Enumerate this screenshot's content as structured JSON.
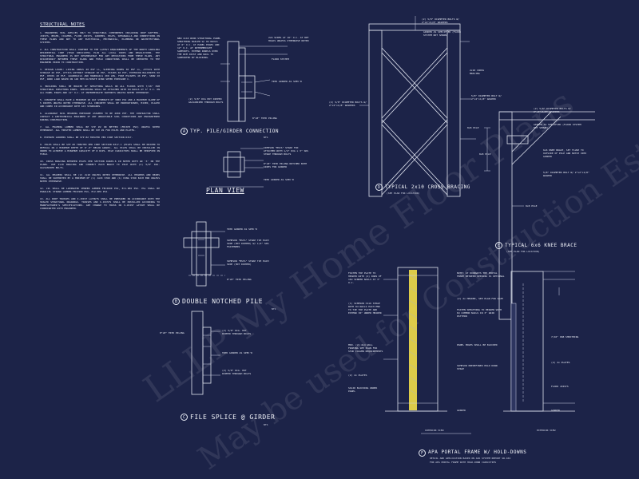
{
  "notes": {
    "title": "STRUCTURAL NOTES",
    "items": [
      "1. ENGINEERS SEAL APPLIES ONLY TO STRUCTURAL COMPONENTS INCLUDING ROOF RAFTERS, JOISTS, BEAMS, COLUMNS, FLOOR JOISTS, GIRDERS, PILES, SHEARWALLS AND CONNECTIONS ON THESE PLANS AND NOT TO ANY ELECTRICAL, MECHANICAL, PLUMBING OR ARCHITECTURAL SYSTEMS.",
      "2. ALL CONSTRUCTION SHALL CONFORM TO THE LATEST REQUIREMENTS OF THE NORTH CAROLINA RESIDENTIAL CODE (YEAR INDICATED) PLUS ALL LOCAL CODES AND REGULATIONS. THE STRUCTURAL ENGINEER IS NOT RESPONSIBLE FOR ANY DEVIATIONS FROM THESE PLANS. ANY DISCREPANCY BETWEEN THESE PLANS AND FIELD CONDITIONS SHALL BE REPORTED TO THE ENGINEER PRIOR TO CONSTRUCTION.",
      "3. DESIGN LOADS: LIVING AREAS 40 PSF LL, SLEEPING ROOMS 30 PSF LL, ATTICS WITH STORAGE 20 PSF, ATTICS WITHOUT STORAGE 10 PSF, STAIRS 40 PSF, EXTERIOR BALCONIES 60 PSF, DECKS 40 PSF, GUARDRAILS AND HANDRAILS 200 LBS, FIRE ESCAPES 40 PSF, SNOW 20 PSF, WIND LOAD BASED ON 140 MPH ULTIMATE WIND SPEED EXPOSURE C.",
      "4. BUILDING SHALL BE BRACED BY SHEATHING WALLS ON ALL FLOORS WITH 7/16\" OSB STRUCTURAL SHEATHING PANEL. SHEATHING SHALL BE ATTACHED WITH 8d NAILS AT 6\" O.C. ON ALL PANEL EDGES AND 12\" O.C. AT INTERMEDIATE SUPPORTS UNLESS NOTED OTHERWISE.",
      "5. CONCRETE SHALL HAVE A MINIMUM 28 DAY STRENGTH OF 3000 PSI AND A MAXIMUM SLUMP OF 5 INCHES UNLESS NOTED OTHERWISE. ALL CONCRETE SHALL BE PROPORTIONED, MIXED, PLACED AND CURED IN ACCORDANCE WITH ACI STANDARDS.",
      "6. ALLOWABLE SOIL BEARING PRESSURE ASSUMED TO BE 2000 PSF. THE CONTRACTOR SHALL CONTACT A GEOTECHNICAL ENGINEER IF ANY UNSUITABLE SOIL CONDITIONS ARE ENCOUNTERED DURING CONSTRUCTION.",
      "7. ALL FRAMING LUMBER SHALL BE SYP #2 OR BETTER (FB=875 PSI) UNLESS NOTED OTHERWISE. ALL TREATED LUMBER SHALL BE SYP #1 FOR PILES AND PLATES.",
      "8. EXPOSED GIRDERS SHALL BE SYP #2 TREATED PER CODE SECTION R317.",
      "9. PILES SHALL BE SYP #2 TREATED PER CODE SECTION R317.1 (PILES SHALL BE DRIVEN TO REFUSAL OR A MINIMUM DEPTH OF 8'-0\" BELOW GRADE). ALL PILES SHALL BE INSTALLED IN ORDER TO ACHIEVE A MINIMUM CAPACITY OF 8 KIPS. PILE CAPACITIES SHALL BE VERIFIED IN FIELD.",
      "10. CROSS BRACING BETWEEN PILES PER SECTION R4409.6 IN NOTED WITH AN 'X' ON THE PLANS. USE 2x10 BRACING AND CONNECT EACH BRACE TO PILE WITH (2) 5/8\" DIA. GALVANIZED BOLTS.",
      "11. ALL HEADERS SHALL BE (2) 2x10 UNLESS NOTED OTHERWISE. ALL HEADERS AND BEAMS SHALL BE SUPPORTED BY A MINIMUM OF (1) JACK STUD AND (1) KING STUD EACH END UNLESS NOTED OTHERWISE.",
      "12. LVL SHALL BE LAMINATED VENEER LUMBER FB=2600 PSI, E=1.9E6 PSI. PSL SHALL BE PARALLEL STRAND LUMBER FB=2900 PSI, E=2.0E6 PSI.",
      "13. ALL ROOF TRUSSES AND I-JOIST LAYOUTS SHALL BE PREPARED IN ACCORDANCE WITH THE SEALED STRUCTURAL DRAWINGS. TRUSSES AND I-JOISTS SHALL BE INSTALLED ACCORDING TO MANUFACTURER'S SPECIFICATIONS. ANY CHANGE TO TRUSS OR I-JOIST LAYOUT SHALL BE COORDINATED WITH ENGINEER."
    ]
  },
  "details": {
    "a": {
      "tag": "A",
      "title": "TYP. PILE/GIRDER CONNECTION",
      "sub": "NTS",
      "callouts": [
        "NEW 2x10 WOOD STRUCTURAL PANEL SHEATHING NAILED W/ 8d NAILS AT 6\" O.C. AT PANEL EDGES AND 12\" O.C. AT INTERMEDIATE SUPPORTS. EXTEND PANELS OVER THE RIM JOIST AND NAIL TO SUPPORTED BY BLOCKING.",
        "2x6 SIDES AT 16\" O.C. AT 8PT HOLDS UNLESS OTHERWISE NOTED",
        "FLOOR SYSTEM",
        "TRTD GIRDER AS SPEC'D",
        "(2) 5/8\" DIA HOT DIPPED GALVANIZED THROUGH BOLTS",
        "8\"x8\" TRTD PILING"
      ]
    },
    "plan": {
      "title": "PLAN VIEW",
      "callouts": [
        "SIMPSON \"MSTA\" STRAP FIN ATTACHED WITH 1/4\" DIA x 3\" SDS STRAP THROUGH BOLTS",
        "8\"x8\" TRTD PILING NOTCHED BOTH SIDES FOR GIRDER",
        "TRTD GIRDER AS SPEC'D"
      ]
    },
    "b": {
      "tag": "B",
      "title": "DOUBLE NOTCHED PILE",
      "sub": "NTS",
      "callouts": [
        "TRTD GIRDER AS SPEC'D",
        "SIMPSON \"MSTA\" STRAP TIE EACH SIDE (HOT DIPPED) W/ 1/4\" SDS FASTENERS",
        "SIMPSON \"MSTA\" STRAP TIE EACH SIDE (HOT DIPPED)",
        "8\"x8\" TRTD PILING"
      ]
    },
    "c": {
      "tag": "C",
      "title": "FILE SPLICE @ GIRDER",
      "sub": "NTS",
      "callouts": [
        "8\"x8\" TRTD PILING",
        "(2) 5/8\" DIA. HOT DIPPED THROUGH BOLTS",
        "TRTD GIRDER AS SPEC'D",
        "(2) 5/8\" DIA. HOT DIPPED THROUGH BOLTS"
      ]
    },
    "d": {
      "tag": "D",
      "title": "TYPICAL 2x10 CROSS BRACING",
      "sub": "(SEE PLAN FOR LOCATION)",
      "callouts": [
        "(2) 5/8\" DIAMETER BOLTS W/ 2\"x2\"x1/8\" WASHERS",
        "GIRDER AS SPECIFIED (FLOOR SYSTEM NOT SHOWN)",
        "2x10 CROSS BRACING",
        "5/8\" DIAMETER BOLT W/ 2\"x2\"x1/8\" WASHER",
        "(2) 5/8\" DIAMETER BOLTS W/ 2\"x2\"x1/8\" WASHERS",
        "8x8 PILE"
      ]
    },
    "e": {
      "tag": "E",
      "title": "TYPICAL 6x6 KNEE BRACE",
      "sub": "(SEE PLAN FOR LOCATION)",
      "callouts": [
        "(2) 5/8\" DIAMETER BOLTS W/ 2\"x2\"x1/8\" WASHERS",
        "GIRDER AS SPECIFIED (FLOOR SYSTEM NOT SHOWN)",
        "6x6 KNEE BRACE, SET FLUSH TO OUTSIDE OF PILE AND NOTCH INTO GIRDER",
        "5/8\" DIAMETER BOLT W/ 2\"x2\"x1/8\" WASHER",
        "8x8 PILE",
        "8x8 PILE"
      ]
    },
    "f": {
      "tag": "F",
      "title": "APA PORTAL FRAME W/ HOLD-DOWNS",
      "sub": "DETAIL AND APPLICATION BASED ON APA SYSTEM REPORT SR-102",
      "sub2": "FOR APA PORTAL FRAME WITH HOLD-DOWN CAPACITIES",
      "view_interior": "INTERIOR VIEW",
      "view_exterior": "EXTERIOR VIEW",
      "callouts": [
        "FASTEN TOP PLATE TO HEADER WITH (2) ROWS OF 16d SINKER NAILS AT 3\" O.C.",
        "(1) SIMPSON CS16 STRAP WITH 8d NAILS EACH END TO TIE TOP PLATE AND EXTEND 36\" UNDER HEADER",
        "MIN. (2) 2x4 WALL FRAMING SEE PLAN FOR STUD COLUMN REQUIREMENTS",
        "(2) 2x PLATES",
        "SOLID BLOCKING UNDER PANEL",
        "NOTE: AT DOORWAYS THE PORTAL FRAME BETWEEN OPENING IS OPTIONAL",
        "(2) 2x HEADER, SEE PLAN FOR SIZE",
        "FASTEN SHEATHING TO HEADER WITH 8d COMMON NAILS IN 3\" GRID PATTERN",
        "PANEL EDGES SHALL BE BLOCKED",
        "SIMPSON PREDEFINED HOLD DOWN STRAP",
        "7/16\" OSB SHEATHING",
        "(2) 2x PLATES",
        "FLOOR JOISTS",
        "GIRDER",
        "GIRDER"
      ]
    }
  },
  "watermark": {
    "line1": "LLLP My Home Floor Plans",
    "line2": "May be used for Construction Estimating"
  }
}
